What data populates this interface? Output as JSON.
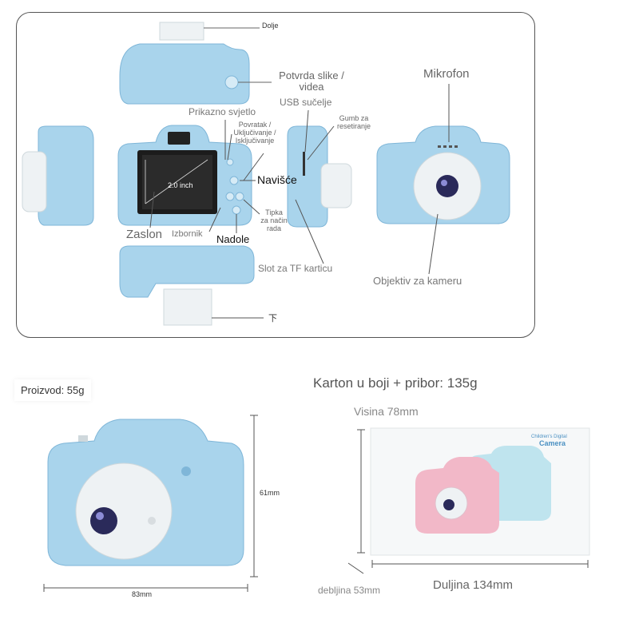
{
  "diagram": {
    "labels": {
      "dolje": "Dolje",
      "potvrda": "Potvrda slike /\nvidea",
      "usb": "USB sučelje",
      "mikrofon": "Mikrofon",
      "prikazno_svjetlo": "Prikazno svjetlo",
      "gumb_resetiranje": "Gumb za\nresetiranje",
      "povratak": "Povratak /\nUključivanje /\nIsključivanje",
      "navisce": "Navišće",
      "tipka_nacin": "Tipka\nza način\nrada",
      "zaslon": "Zaslon",
      "izbornik": "Izbornik",
      "nadole": "Nadole",
      "slot_tf": "Slot za TF karticu",
      "objektiv": "Objektiv za kameru",
      "dolje_char": "下",
      "screen_text": "2.0 inch"
    }
  },
  "product": {
    "weight_label": "Proizvod: 55g",
    "height_dim": "61mm",
    "width_dim": "83mm"
  },
  "package": {
    "weight_label": "Karton u boji + pribor: 135g",
    "height_label": "Visina 78mm",
    "thickness_label": "debljina 53mm",
    "length_label": "Duljina 134mm",
    "box_title_small": "Children's Digital",
    "box_title": "Camera"
  },
  "colors": {
    "camera_blue": "#a9d4ec",
    "camera_blue_dark": "#7fb6d8",
    "camera_pink": "#f2b8c8",
    "lens_white": "#eef2f4",
    "lens_dark": "#2a2a5a",
    "screen": "#1c1c1c"
  }
}
